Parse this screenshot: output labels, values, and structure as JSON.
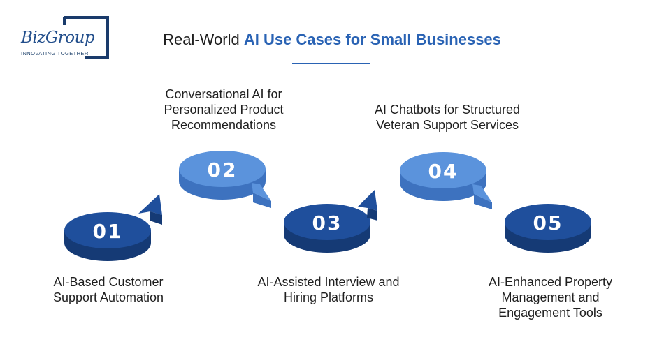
{
  "logo": {
    "name": "BizGroup",
    "tagline": "INNOVATING TOGETHER"
  },
  "title": {
    "prefix": "Real-World ",
    "highlight": "AI Use Cases for Small Businesses"
  },
  "steps": [
    {
      "number": "01",
      "label": "AI-Based Customer\nSupport Automation",
      "shade": "dark"
    },
    {
      "number": "02",
      "label": "Conversational AI for\nPersonalized Product\nRecommendations",
      "shade": "light"
    },
    {
      "number": "03",
      "label": "AI-Assisted Interview and\nHiring Platforms",
      "shade": "dark"
    },
    {
      "number": "04",
      "label": "AI Chatbots for Structured\nVeteran Support Services",
      "shade": "light"
    },
    {
      "number": "05",
      "label": "AI-Enhanced Property\nManagement and\nEngagement Tools",
      "shade": "dark"
    }
  ],
  "colors": {
    "dark_top": "#1f4f9c",
    "dark_side": "#153a75",
    "light_top": "#5b93dc",
    "light_side": "#3d72bf",
    "accent": "#2a63b4",
    "logo_frame": "#1a3b6b"
  }
}
